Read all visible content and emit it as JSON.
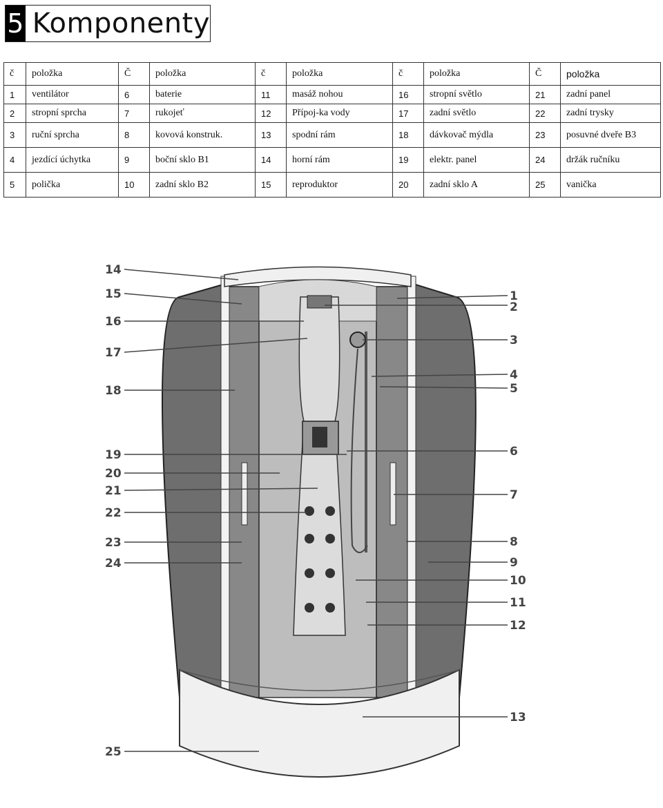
{
  "heading": {
    "number": "5",
    "title": "Komponenty"
  },
  "table": {
    "header": [
      {
        "num": "č",
        "name": "položka"
      },
      {
        "num": "Č",
        "name": "položka"
      },
      {
        "num": "č",
        "name": "položka"
      },
      {
        "num": "č",
        "name": "položka"
      },
      {
        "num": "Č",
        "name": "položka"
      }
    ],
    "rows": [
      [
        {
          "num": "1",
          "name": "ventilátor"
        },
        {
          "num": "6",
          "name": "baterie"
        },
        {
          "num": "11",
          "name": "masáž nohou"
        },
        {
          "num": "16",
          "name": "stropní světlo"
        },
        {
          "num": "21",
          "name": "zadní panel"
        }
      ],
      [
        {
          "num": "2",
          "name": "stropní sprcha"
        },
        {
          "num": "7",
          "name": "rukojeť"
        },
        {
          "num": "12",
          "name": "Přípoj-ka vody"
        },
        {
          "num": "17",
          "name": "zadní světlo"
        },
        {
          "num": "22",
          "name": "zadní trysky"
        }
      ],
      [
        {
          "num": "3",
          "name": "ruční sprcha"
        },
        {
          "num": "8",
          "name": "kovová konstruk."
        },
        {
          "num": "13",
          "name": "spodní rám"
        },
        {
          "num": "18",
          "name": "dávkovač mýdla"
        },
        {
          "num": "23",
          "name": "posuvné dveře B3"
        }
      ],
      [
        {
          "num": "4",
          "name": "jezdící úchytka"
        },
        {
          "num": "9",
          "name": "boční sklo B1"
        },
        {
          "num": "14",
          "name": "horní rám"
        },
        {
          "num": "19",
          "name": "elektr. panel"
        },
        {
          "num": "24",
          "name": "držák ručníku"
        }
      ],
      [
        {
          "num": "5",
          "name": "polička"
        },
        {
          "num": "10",
          "name": "zadní sklo B2"
        },
        {
          "num": "15",
          "name": "reproduktor"
        },
        {
          "num": "20",
          "name": "zadní sklo A"
        },
        {
          "num": "25",
          "name": "vanička"
        }
      ]
    ]
  },
  "diagram": {
    "left_labels": [
      "14",
      "15",
      "16",
      "17",
      "18",
      "19",
      "20",
      "21",
      "22",
      "23",
      "24",
      "25"
    ],
    "right_labels": [
      "1",
      "2",
      "3",
      "4",
      "5",
      "6",
      "7",
      "8",
      "9",
      "10",
      "11",
      "12",
      "13"
    ]
  }
}
